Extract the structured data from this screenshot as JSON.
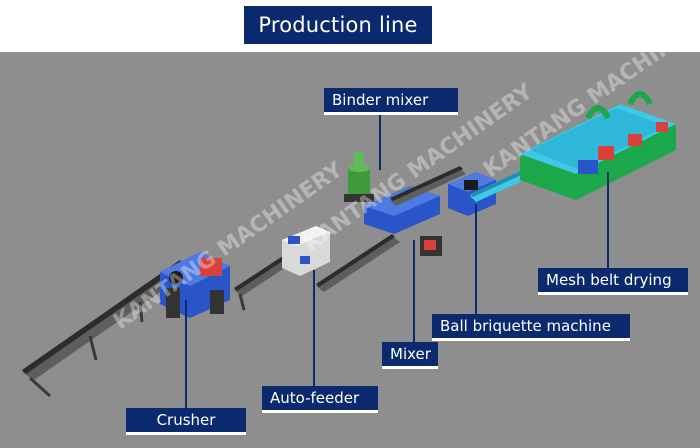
{
  "title": "Production line",
  "labels": {
    "binder_mixer": "Binder mixer",
    "mesh_belt_drying": "Mesh belt drying",
    "ball_briquette_machine": "Ball  briquette machine",
    "mixer": "Mixer",
    "auto_feeder": "Auto-feeder",
    "crusher": "Crusher"
  },
  "watermark": "KANTANG MACHINERY",
  "colors": {
    "label_bg": "#0b2a6e",
    "floor": "#8e8e8e",
    "machine_blue": "#2a55c8",
    "dryer_cyan": "#3fc9e6",
    "dryer_green": "#1aa84a",
    "motor_red": "#d8403a"
  }
}
